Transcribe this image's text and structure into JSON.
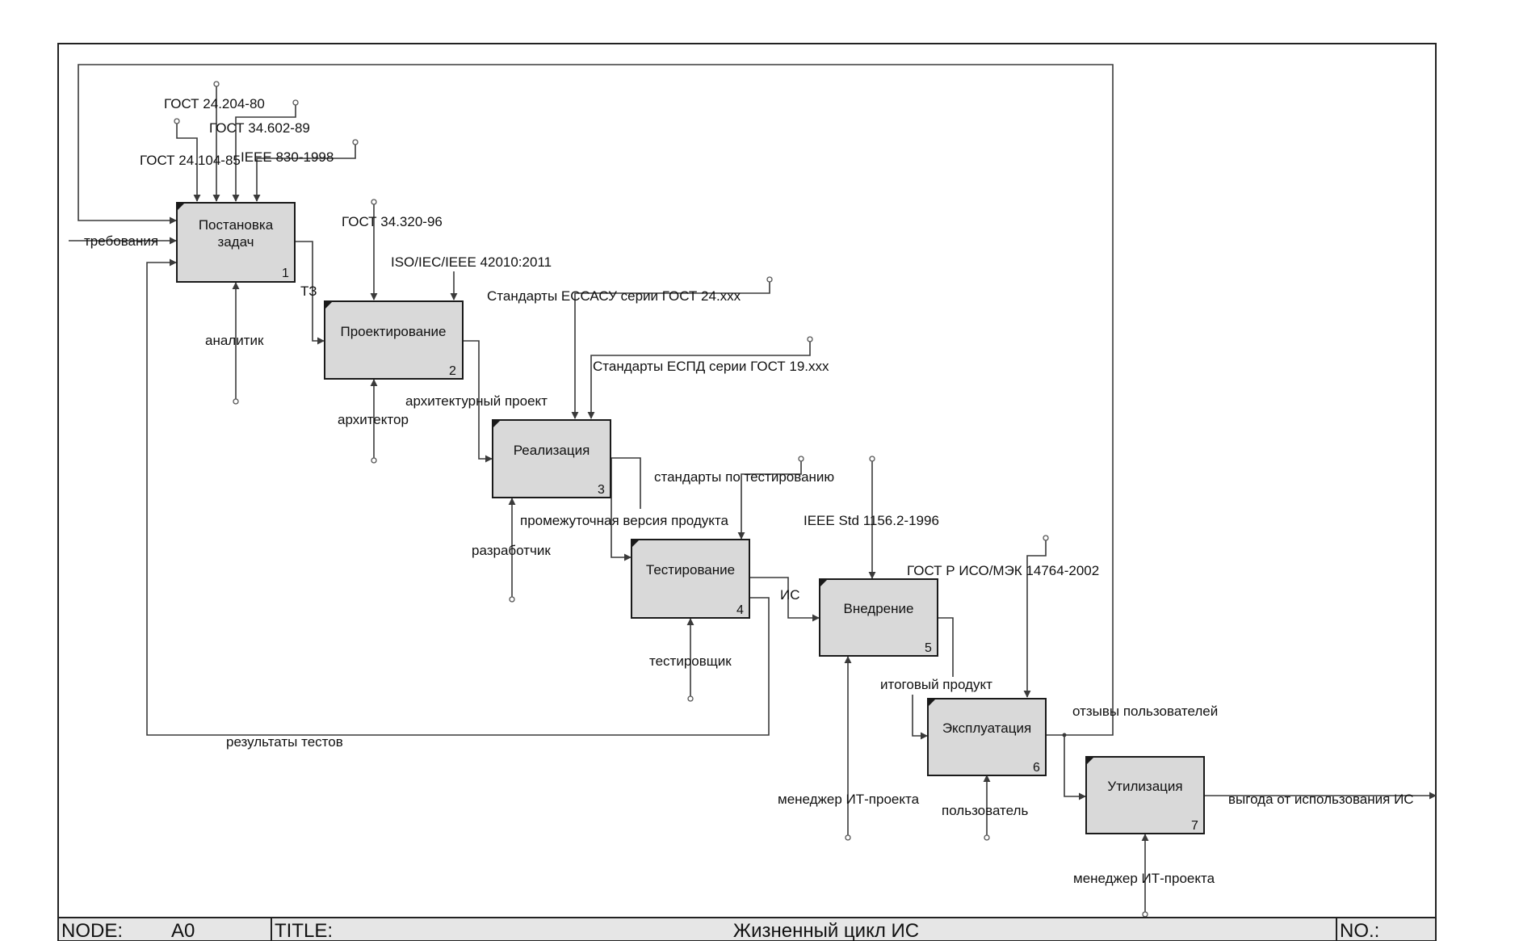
{
  "diagram": {
    "boxes": [
      {
        "id": "b1",
        "label_lines": [
          "Постановка",
          "задач"
        ],
        "number": "1"
      },
      {
        "id": "b2",
        "label_lines": [
          "Проектирование"
        ],
        "number": "2"
      },
      {
        "id": "b3",
        "label_lines": [
          "Реализация"
        ],
        "number": "3"
      },
      {
        "id": "b4",
        "label_lines": [
          "Тестирование"
        ],
        "number": "4"
      },
      {
        "id": "b5",
        "label_lines": [
          "Внедрение"
        ],
        "number": "5"
      },
      {
        "id": "b6",
        "label_lines": [
          "Эксплуатация"
        ],
        "number": "6"
      },
      {
        "id": "b7",
        "label_lines": [
          "Утилизация"
        ],
        "number": "7"
      }
    ],
    "arrow_labels": {
      "gost_24_204": "ГОСТ 24.204-80",
      "gost_34_602": "ГОСТ 34.602-89",
      "gost_24_104": "ГОСТ 24.104-85",
      "ieee_830": "IEEE 830-1998",
      "requirements": "требования",
      "tz": "ТЗ",
      "analyst": "аналитик",
      "gost_34_320": "ГОСТ 34.320-96",
      "iso_42010": "ISO/IEC/IEEE 42010:2011",
      "essasu": "Стандарты ЕССАСУ серии ГОСТ 24.ххх",
      "espd": "Стандарты ЕСПД серии ГОСТ 19.ххх",
      "arch_project": "архитектурный проект",
      "architect": "архитектор",
      "test_standards": "стандарты по тестированию",
      "intermediate": "промежуточная версия продукта",
      "developer": "разработчик",
      "ieee_1156": "IEEE Std 1156.2-1996",
      "gost_14764": "ГОСТ Р ИСО/МЭК 14764-2002",
      "is": "ИС",
      "tester": "тестировщик",
      "final_product": "итоговый продукт",
      "feedback": "отзывы пользователей",
      "test_results": "результаты тестов",
      "pm_1": "менеджер ИТ-проекта",
      "user": "пользователь",
      "benefit": "выгода от использования ИС",
      "pm_2": "менеджер ИТ-проекта"
    }
  },
  "title_block": {
    "node_label": "NODE:",
    "node_value": "A0",
    "title_label": "TITLE:",
    "title_value": "Жизненный цикл ИС",
    "no_label": "NO.:"
  },
  "colors": {
    "box_fill": "#d9d9d9",
    "line": "#3a3a3a",
    "title_bar": "#e6e6e6"
  }
}
